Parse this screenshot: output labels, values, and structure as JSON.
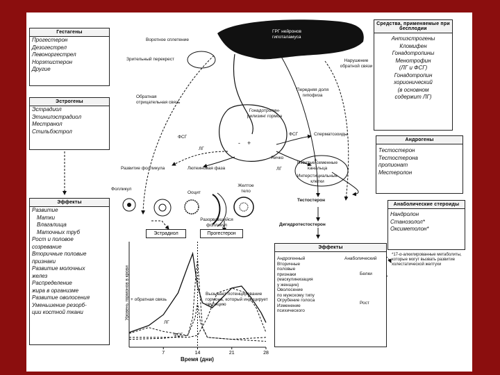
{
  "left_boxes": {
    "gestagens": {
      "title": "Гестагены",
      "items": [
        "Прогестерон",
        "Дезогестрел",
        "Левоноргестрел",
        "Норэтистерон",
        "Другие"
      ]
    },
    "estrogens": {
      "title": "Эстрогены",
      "items": [
        "Эстрадиол",
        "Этинилэстрадиол",
        "Местранол",
        "Стильбэстрол"
      ]
    },
    "effects": {
      "title": "Эффекты",
      "items": [
        "Развитие",
        "Матки",
        "Влагалища",
        "Маточных труб",
        "Рост и половое",
        "созревание",
        "Вторичные половые",
        "признаки",
        "Развитие молочных",
        "желез",
        "Распределение",
        "жира в организме",
        "Развитие оволосения",
        "Уменьшение резорб-",
        "ции костной ткани"
      ]
    }
  },
  "right_boxes": {
    "infertility": {
      "title": "Средства, применяемые при бесплодии",
      "items": [
        "Антиэстрогены",
        "Кломифен",
        "Гонадотропины",
        "Менотрофин",
        "(ЛГ и ФСГ)",
        "Гонадотропин",
        "хорионический",
        "(в основном",
        "содержит ЛГ)"
      ]
    },
    "androgens": {
      "title": "Андрогены",
      "items": [
        "Тестостерон",
        "Тестостерона",
        "пропионат",
        "Местеролон"
      ]
    },
    "anabolic": {
      "title": "Анаболические стероиды",
      "items": [
        "Нандролон",
        "Станозолол*",
        "Оксиметолон*"
      ]
    }
  },
  "effects_male": {
    "title": "Эффекты",
    "left_col": [
      "Андрогенный",
      "Вторичные",
      "половые",
      "признаки",
      "(маскулинизация",
      "у женщин)",
      "Оволосение",
      "по мужскому типу",
      "Огрубение голоса",
      "Изменение",
      "психического"
    ],
    "right_col": [
      "Анаболический",
      "Белки",
      "Рост"
    ],
    "footnote": "*17-α-алкилированные метаболиты, которые могут вызвать развитие холестатической желтухи"
  },
  "labels": {
    "gnrh": "ГРГ нейронов гипоталамуса",
    "portal": "Воротное сплетение",
    "optic": "Зрительный перекрест",
    "short_loop": "Обратная отрицательная связь",
    "violation": "Нарушение обратной связи",
    "pituitary": "Передняя доля гипофиза",
    "gonadotrophs": "Гонадотропин-рилизинг гормон",
    "fsh": "ФСГ",
    "lh": "ЛГ",
    "spermatozoa": "Сперматозоиды",
    "testis": "Яичко",
    "tubules": "Извитые семенные канальца",
    "leydig": "Интерстициальные клетки",
    "follicle_dev": "Развитие фолликула",
    "luteal": "Лютеиновая фаза",
    "follicle": "Фолликул",
    "ovum": "Ооцит",
    "corpus_luteum": "Желтое тело",
    "ruptured": "Разорвавшийся фолликул",
    "testosterone": "Тестостерон",
    "dht": "Дигидротестостерон",
    "estradiol": "Эстрадиол",
    "progesterone": "Прогестерон",
    "plus": "+",
    "minus": "-",
    "neg_feedback": "+ обратная связь",
    "ovulation_note": "Вызывает потенцирование гормона, который индуцирует овуляцию"
  },
  "chart_data": {
    "type": "line",
    "xlabel": "Время (дни)",
    "ylabel": "Уровень гормонов в крови",
    "x_ticks": [
      7,
      14,
      21,
      28
    ],
    "xlim": [
      0,
      28
    ],
    "series": [
      {
        "name": "Эстрадиол",
        "style": "solid",
        "x": [
          0,
          4,
          7,
          10,
          12,
          13,
          14,
          15,
          17,
          19,
          21,
          23,
          25,
          27,
          28
        ],
        "y": [
          0.15,
          0.22,
          0.33,
          0.55,
          0.82,
          0.95,
          0.62,
          0.45,
          0.4,
          0.5,
          0.6,
          0.62,
          0.5,
          0.35,
          0.25
        ]
      },
      {
        "name": "Прогестерон",
        "style": "dashed",
        "x": [
          0,
          7,
          12,
          14,
          16,
          18,
          21,
          24,
          26,
          28
        ],
        "y": [
          0.1,
          0.1,
          0.1,
          0.12,
          0.3,
          0.55,
          0.6,
          0.55,
          0.4,
          0.15
        ]
      },
      {
        "name": "ЛГ",
        "style": "dashed",
        "x": [
          0,
          7,
          12,
          13,
          13.6,
          14,
          14.4,
          15,
          16,
          21,
          28
        ],
        "y": [
          0.08,
          0.09,
          0.12,
          0.3,
          0.7,
          0.9,
          0.6,
          0.2,
          0.1,
          0.08,
          0.06
        ]
      },
      {
        "name": "ФСГ",
        "style": "dashed",
        "x": [
          0,
          4,
          7,
          12,
          13.5,
          14,
          14.6,
          16,
          21,
          28
        ],
        "y": [
          0.14,
          0.2,
          0.16,
          0.12,
          0.3,
          0.45,
          0.25,
          0.1,
          0.08,
          0.1
        ]
      }
    ],
    "labels": {
      "lh": "ЛГ",
      "fsh": "ФСГ"
    }
  }
}
